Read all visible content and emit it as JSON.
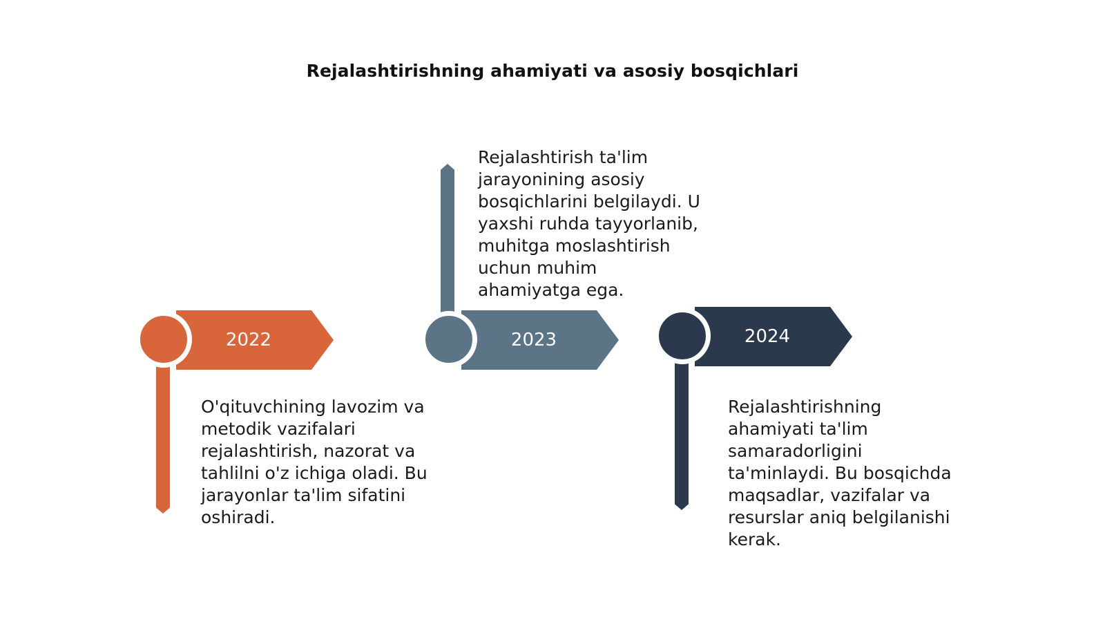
{
  "title": "Rejalashtirishning ahamiyati va asosiy bosqichlari",
  "colors": {
    "orange": "#D9663A",
    "slate": "#5B7486",
    "navy": "#2A3A4C"
  },
  "milestones": [
    {
      "year": "2022",
      "color": "#D9663A",
      "description": "O'qituvchining lavozim va\nmetodik vazifalari\nrejalashtirish, nazorat va\ntahlilni o'z ichiga oladi. Bu\njarayonlar ta'lim sifatini\noshiradi."
    },
    {
      "year": "2023",
      "color": "#5B7486",
      "description": "Rejalashtirish ta'lim\njarayonining asosiy\nbosqichlarini belgilaydi. U\nyaxshi ruhda tayyorlanib,\nmuhitga moslashtirish\nuchun muhim\nahamiyatga ega."
    },
    {
      "year": "2024",
      "color": "#2A3A4C",
      "description": "Rejalashtirishning\nahamiyati ta'lim\nsamaradorligini\nta'minlaydi. Bu bosqichda\nmaqsadlar, vazifalar va\nresurslar aniq belgilanishi\nkerak."
    }
  ]
}
